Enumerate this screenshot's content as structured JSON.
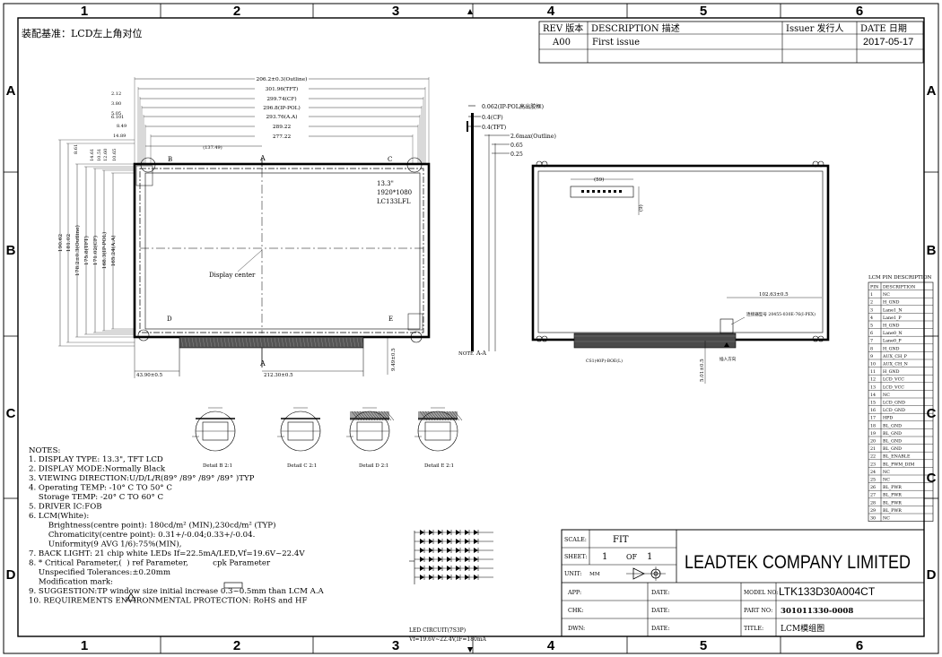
{
  "frame": {
    "cols": [
      "1",
      "2",
      "3",
      "4",
      "5",
      "6"
    ],
    "rows": [
      "A",
      "B",
      "C",
      "D"
    ]
  },
  "header_note": "装配基准：LCD左上角对位",
  "revision": {
    "headers": {
      "rev": "REV 版本",
      "desc": "DESCRIPTION 描述",
      "issuer": "Issuer 发行人",
      "date": "DATE 日期"
    },
    "rows": [
      {
        "rev": "A00",
        "desc": "First issue",
        "issuer": "",
        "date": "2017-05-17"
      }
    ]
  },
  "front_view": {
    "dims_h": [
      "206.2±0.3(Outline)",
      "301.96(TFT)",
      "299.74(CF)",
      "296.8(IP-POL)",
      "293.76(A.A)",
      "289.22",
      "277.22",
      "(137.49)"
    ],
    "left_offsets": [
      "2.12",
      "3.80",
      "5.05",
      "6.101",
      "8.49",
      "14.89"
    ],
    "dims_v": [
      "190.62",
      "181.02",
      "178.2±0.3(Outline)",
      "175.8(TFT)",
      "171.02(CF)",
      "168.3(IP-POL)",
      "165.24(A.A)"
    ],
    "top_offsets": [
      "8.61",
      "14.61",
      "10.51",
      "12.60",
      "10.65"
    ],
    "label_size": "13.3\"",
    "label_res": "1920*1080",
    "label_model": "LC133LFL",
    "center_label": "Display center",
    "markers": [
      "B",
      "C",
      "D",
      "E",
      "A",
      "A"
    ],
    "bottom_dims": [
      "43.90±0.5",
      "212.30±0.5",
      "9.49±0.5"
    ]
  },
  "side_view": {
    "dims": [
      "0.062(IP-POL高出胶框)",
      "0.4(CF)",
      "0.4(TFT)",
      "2.6max(Outline)",
      "0.65",
      "0.25"
    ],
    "section_label": "A-A",
    "section_prefix": "NOTE"
  },
  "back_view": {
    "dim_top": "(59)",
    "dim_side": "(9)",
    "dim_right": "102.63±0.5",
    "connector_label": "连接器型号 20455-030E-76(I-PEX)",
    "dim_bottom": "5.01±0.5",
    "fpc_label": "CS1(40P)-BOE(L)",
    "pull_label": "插入方向"
  },
  "details": [
    "Detail B 2:1",
    "Detail C 2:1",
    "Detail D 2:1",
    "Detail E 2:1"
  ],
  "notes": {
    "title": "NOTES:",
    "items": [
      "1. DISPLAY TYPE: 13.3\", TFT LCD",
      "2. DISPLAY MODE:Normally Black",
      "3. VIEWING DIRECTION:U/D/L/R(89° /89° /89° /89° )TYP",
      "4. Operating TEMP: -10° C TO 50° C",
      "    Storage TEMP: -20° C TO 60° C",
      "5. DRIVER IC:FOB",
      "6. LCM(White):",
      "        Brightness(centre point): 180cd/m² (MIN),230cd/m² (TYP)",
      "        Chromaticity(centre point): 0.31+/-0.04;0.33+/-0.04.",
      "        Uniformity(9 AVG 1/6):75%(MIN),",
      "7. BACK LIGHT: 21 chip white LEDs If=22.5mA/LED,Vf=19.6V~22.4V",
      "8. * Critical Parameter,(  ) ref Parameter,          cpk Parameter",
      "    Unspecified Tolerances:±0.20mm",
      "    Modification mark:",
      "9. SUGGESTION:TP window size initial increase 0.3~0.5mm than LCM A.A",
      "10. REQUIREMENTS ENVIRONMENTAL PROTECTION: RoHS and HF"
    ]
  },
  "led_circuit": {
    "title": "LED CIRCUIT(7S3P)",
    "spec": "Vf=19.6V~22.4V,IF=180mA"
  },
  "pin_table": {
    "title": "LCM PIN DESCRIPTION",
    "headers": [
      "PIN",
      "DESCRIPTION"
    ],
    "rows": [
      [
        "1",
        "NC"
      ],
      [
        "2",
        "H_GND"
      ],
      [
        "3",
        "Lane1_N"
      ],
      [
        "4",
        "Lane1_P"
      ],
      [
        "5",
        "H_GND"
      ],
      [
        "6",
        "Lane0_N"
      ],
      [
        "7",
        "Lane0_P"
      ],
      [
        "8",
        "H_GND"
      ],
      [
        "9",
        "AUX_CH_P"
      ],
      [
        "10",
        "AUX_CH_N"
      ],
      [
        "11",
        "H_GND"
      ],
      [
        "12",
        "LCD_VCC"
      ],
      [
        "13",
        "LCD_VCC"
      ],
      [
        "14",
        "NC"
      ],
      [
        "15",
        "LCD_GND"
      ],
      [
        "16",
        "LCD_GND"
      ],
      [
        "17",
        "HPD"
      ],
      [
        "18",
        "BL_GND"
      ],
      [
        "19",
        "BL_GND"
      ],
      [
        "20",
        "BL_GND"
      ],
      [
        "21",
        "BL_GND"
      ],
      [
        "22",
        "BL_ENABLE"
      ],
      [
        "23",
        "BL_PWM_DIM"
      ],
      [
        "24",
        "NC"
      ],
      [
        "25",
        "NC"
      ],
      [
        "26",
        "BL_PWR"
      ],
      [
        "27",
        "BL_PWR"
      ],
      [
        "28",
        "BL_PWR"
      ],
      [
        "29",
        "BL_PWR"
      ],
      [
        "30",
        "NC"
      ]
    ]
  },
  "title_block": {
    "scale_label": "SCALE:",
    "scale_value": "FIT",
    "sheet_label": "SHEET:",
    "sheet_value": "1",
    "of_label": "OF",
    "sheet_total": "1",
    "unit_label": "UNIT:",
    "unit_value": "MM",
    "company": "LEADTEK COMPANY LIMITED",
    "app_label": "APP:",
    "chk_label": "CHK:",
    "dwn_label": "DWN:",
    "date_label": "DATE:",
    "model_label": "MODEL NO:",
    "model_value": "LTK133D30A004CT",
    "part_label": "PART NO:",
    "part_value": "301011330-0008",
    "title_label": "TITLE:",
    "title_value": "LCM模组图"
  }
}
